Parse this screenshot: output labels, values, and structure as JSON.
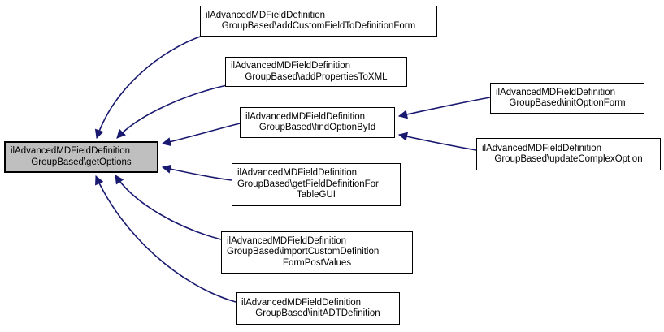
{
  "diagram": {
    "type": "caller-graph",
    "colors": {
      "edge": "#191970",
      "node_border": "#000000",
      "node_fill": "#ffffff",
      "highlight_fill": "#bfbfbf",
      "text": "#000000",
      "background": "#ffffff"
    },
    "nodes": [
      {
        "id": "getOptions",
        "highlighted": true,
        "lines": [
          "ilAdvancedMDFieldDefinition",
          "GroupBased\\getOptions"
        ]
      },
      {
        "id": "addCustomFieldToDefinitionForm",
        "highlighted": false,
        "lines": [
          "ilAdvancedMDFieldDefinition",
          "GroupBased\\addCustomFieldToDefinitionForm"
        ]
      },
      {
        "id": "addPropertiesToXML",
        "highlighted": false,
        "lines": [
          "ilAdvancedMDFieldDefinition",
          "GroupBased\\addPropertiesToXML"
        ]
      },
      {
        "id": "findOptionById",
        "highlighted": false,
        "lines": [
          "ilAdvancedMDFieldDefinition",
          "GroupBased\\findOptionById"
        ]
      },
      {
        "id": "initOptionForm",
        "highlighted": false,
        "lines": [
          "ilAdvancedMDFieldDefinition",
          "GroupBased\\initOptionForm"
        ]
      },
      {
        "id": "updateComplexOption",
        "highlighted": false,
        "lines": [
          "ilAdvancedMDFieldDefinition",
          "GroupBased\\updateComplexOption"
        ]
      },
      {
        "id": "getFieldDefinitionForTableGUI",
        "highlighted": false,
        "lines": [
          "ilAdvancedMDFieldDefinition",
          "GroupBased\\getFieldDefinitionFor",
          "TableGUI"
        ]
      },
      {
        "id": "importCustomDefinitionFormPostValues",
        "highlighted": false,
        "lines": [
          "ilAdvancedMDFieldDefinition",
          "GroupBased\\importCustomDefinition",
          "FormPostValues"
        ]
      },
      {
        "id": "initADTDefinition",
        "highlighted": false,
        "lines": [
          "ilAdvancedMDFieldDefinition",
          "GroupBased\\initADTDefinition"
        ]
      }
    ],
    "edges": [
      {
        "from": "addCustomFieldToDefinitionForm",
        "to": "getOptions"
      },
      {
        "from": "addPropertiesToXML",
        "to": "getOptions"
      },
      {
        "from": "findOptionById",
        "to": "getOptions"
      },
      {
        "from": "getFieldDefinitionForTableGUI",
        "to": "getOptions"
      },
      {
        "from": "importCustomDefinitionFormPostValues",
        "to": "getOptions"
      },
      {
        "from": "initADTDefinition",
        "to": "getOptions"
      },
      {
        "from": "initOptionForm",
        "to": "findOptionById"
      },
      {
        "from": "updateComplexOption",
        "to": "findOptionById"
      }
    ]
  }
}
